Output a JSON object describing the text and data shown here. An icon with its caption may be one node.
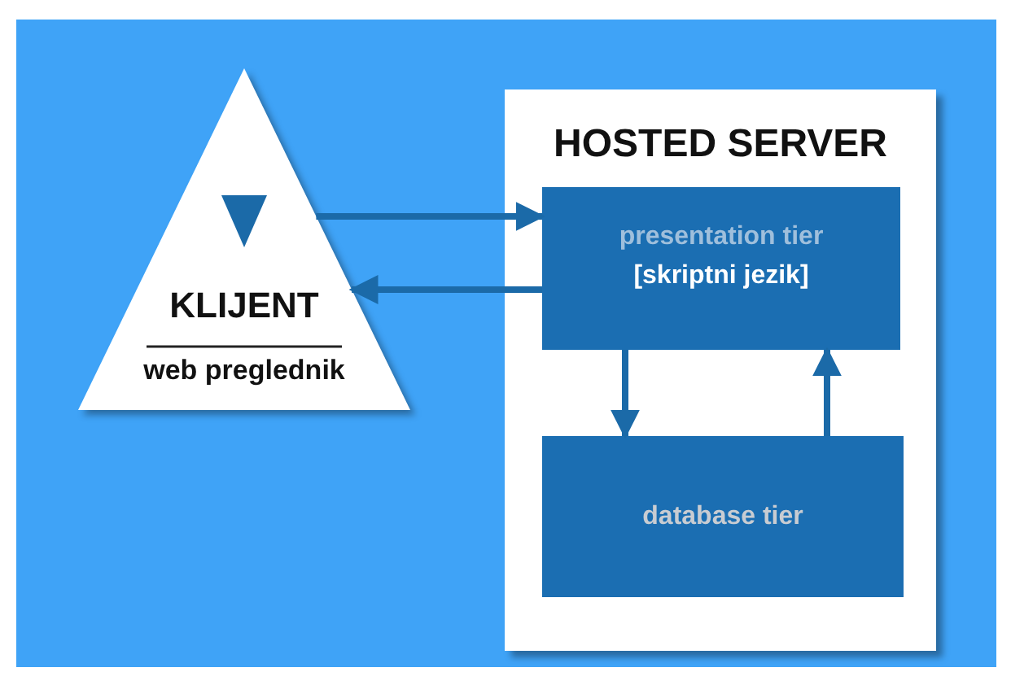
{
  "diagram": {
    "nodes": [
      {
        "text": [
          "KLIJENT",
          "web preglednik"
        ]
      },
      {
        "text": [
          "HOSTED SERVER"
        ]
      },
      {
        "text": [
          "presentation tier",
          "[skriptni jezik]"
        ],
        "in": 1
      },
      {
        "text": [
          "database tier"
        ],
        "in": 1
      }
    ],
    "edges": [
      {
        "from": 0,
        "to": 2,
        "arrow": "to"
      },
      {
        "from": 2,
        "to": 0,
        "arrow": "to"
      },
      {
        "from": 2,
        "to": 3,
        "arrow": "to"
      },
      {
        "from": 3,
        "to": 2,
        "arrow": "to"
      }
    ]
  }
}
